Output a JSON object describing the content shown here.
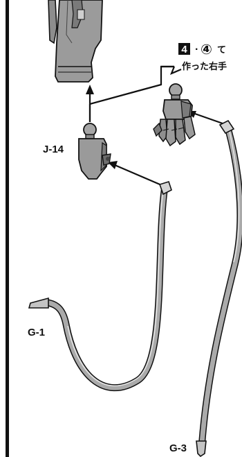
{
  "labels": {
    "part_j14": "J-14",
    "part_g1": "G-1",
    "part_g3": "G-3"
  },
  "callout": {
    "step_number": "4",
    "separator": "·",
    "circled_number": "④",
    "text_line1_tail": "て",
    "text_line2": "作った右手"
  },
  "colors": {
    "ink": "#111111",
    "part_gray": "#9a9a9a",
    "part_dark": "#6f6f6f",
    "part_light": "#c8c8c8",
    "tube": "#aaaaaa",
    "tube_highlight": "#e6e6e6"
  }
}
